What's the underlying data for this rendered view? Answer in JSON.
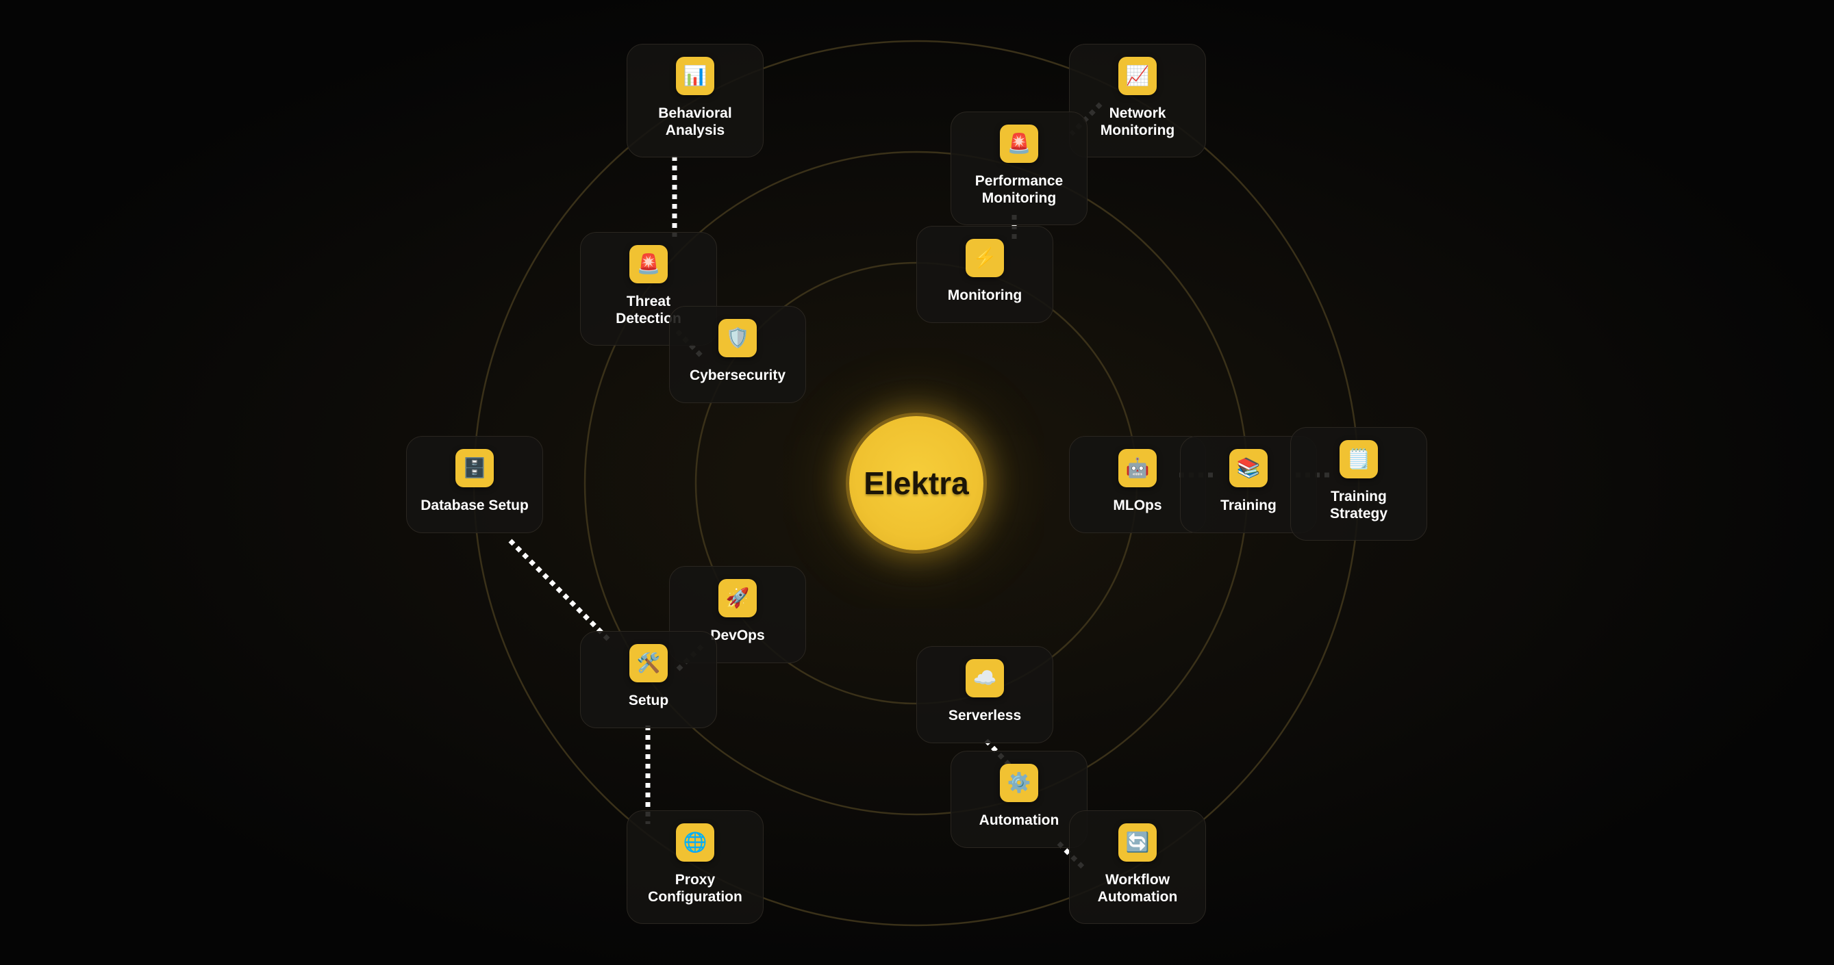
{
  "hub": {
    "label": "Elektra",
    "color": "#f1c232"
  },
  "nodes": [
    {
      "id": "behavioral-analysis",
      "label": "Behavioral\nAnalysis",
      "icon": "bar-chart-icon",
      "glyph": "📊"
    },
    {
      "id": "network-monitoring",
      "label": "Network\nMonitoring",
      "icon": "trend-chart-icon",
      "glyph": "📈"
    },
    {
      "id": "performance-monitoring",
      "label": "Performance\nMonitoring",
      "icon": "siren-icon",
      "glyph": "🚨"
    },
    {
      "id": "monitoring",
      "label": "Monitoring",
      "icon": "lightning-icon",
      "glyph": "⚡"
    },
    {
      "id": "threat-detection",
      "label": "Threat\nDetection",
      "icon": "siren-icon",
      "glyph": "🚨"
    },
    {
      "id": "cybersecurity",
      "label": "Cybersecurity",
      "icon": "shield-icon",
      "glyph": "🛡️"
    },
    {
      "id": "database-setup",
      "label": "Database Setup",
      "icon": "file-cabinet-icon",
      "glyph": "🗄️"
    },
    {
      "id": "mlops",
      "label": "MLOps",
      "icon": "robot-icon",
      "glyph": "🤖"
    },
    {
      "id": "training",
      "label": "Training",
      "icon": "books-icon",
      "glyph": "📚"
    },
    {
      "id": "training-strategy",
      "label": "Training\nStrategy",
      "icon": "notepad-icon",
      "glyph": "🗒️"
    },
    {
      "id": "devops",
      "label": "DevOps",
      "icon": "rocket-icon",
      "glyph": "🚀"
    },
    {
      "id": "setup",
      "label": "Setup",
      "icon": "tools-icon",
      "glyph": "🛠️"
    },
    {
      "id": "serverless",
      "label": "Serverless",
      "icon": "cloud-icon",
      "glyph": "☁️"
    },
    {
      "id": "automation",
      "label": "Automation",
      "icon": "gear-icon",
      "glyph": "⚙️"
    },
    {
      "id": "proxy-configuration",
      "label": "Proxy\nConfiguration",
      "icon": "globe-icon",
      "glyph": "🌐"
    },
    {
      "id": "workflow-automation",
      "label": "Workflow\nAutomation",
      "icon": "refresh-icon",
      "glyph": "🔄"
    }
  ],
  "connections": [
    [
      "behavioral-analysis",
      "threat-detection"
    ],
    [
      "threat-detection",
      "cybersecurity"
    ],
    [
      "network-monitoring",
      "performance-monitoring"
    ],
    [
      "performance-monitoring",
      "monitoring"
    ],
    [
      "database-setup",
      "setup"
    ],
    [
      "setup",
      "devops"
    ],
    [
      "setup",
      "proxy-configuration"
    ],
    [
      "mlops",
      "training"
    ],
    [
      "training",
      "training-strategy"
    ],
    [
      "serverless",
      "automation"
    ],
    [
      "automation",
      "workflow-automation"
    ]
  ],
  "colors": {
    "accent": "#f1c232",
    "ring": "#3a3119",
    "connector": "#ffffff",
    "card": "#141311"
  }
}
